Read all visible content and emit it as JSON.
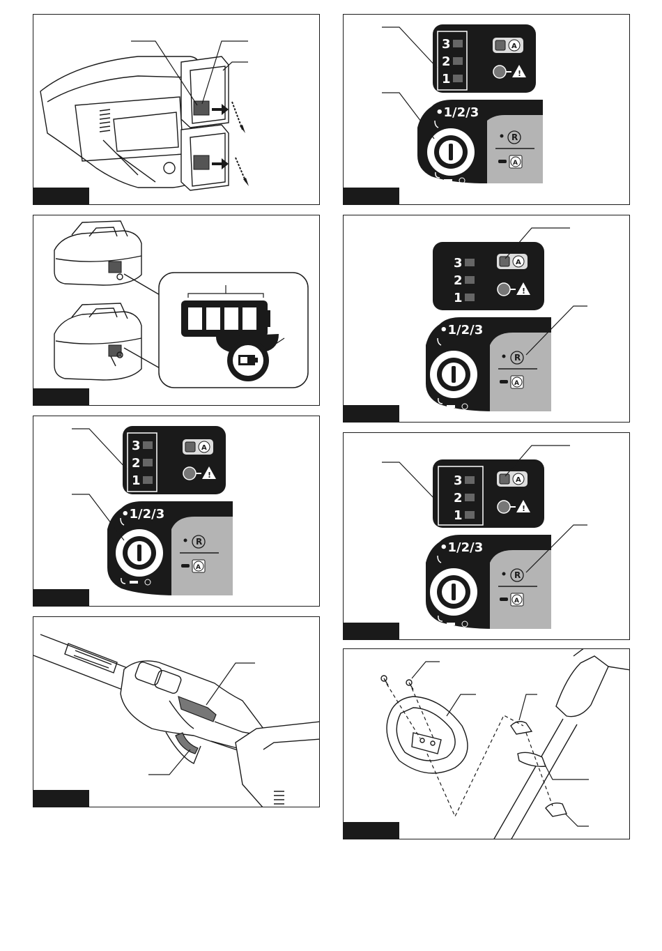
{
  "panel": {
    "speed_levels": [
      "3",
      "2",
      "1"
    ],
    "speed_title": "•1/2/3",
    "auto_symbol": "A",
    "reverse_symbol": "R",
    "warning_symbol": "!"
  },
  "colors": {
    "ink": "#1a1a1a",
    "gray": "#b4b4b4",
    "paper": "#ffffff"
  },
  "figures": [
    {
      "id": "fig-1",
      "content": "battery-cartridges-removal"
    },
    {
      "id": "fig-2",
      "content": "switch-panel-speed-indicator"
    },
    {
      "id": "fig-3",
      "content": "battery-capacity-indicator"
    },
    {
      "id": "fig-4",
      "content": "switch-panel-reverse-lamp"
    },
    {
      "id": "fig-5",
      "content": "switch-panel-speed-indicator"
    },
    {
      "id": "fig-6",
      "content": "switch-panel-full"
    },
    {
      "id": "fig-7",
      "content": "handle-lock-off-lever-trigger"
    },
    {
      "id": "fig-8",
      "content": "loop-handle-installation"
    }
  ]
}
